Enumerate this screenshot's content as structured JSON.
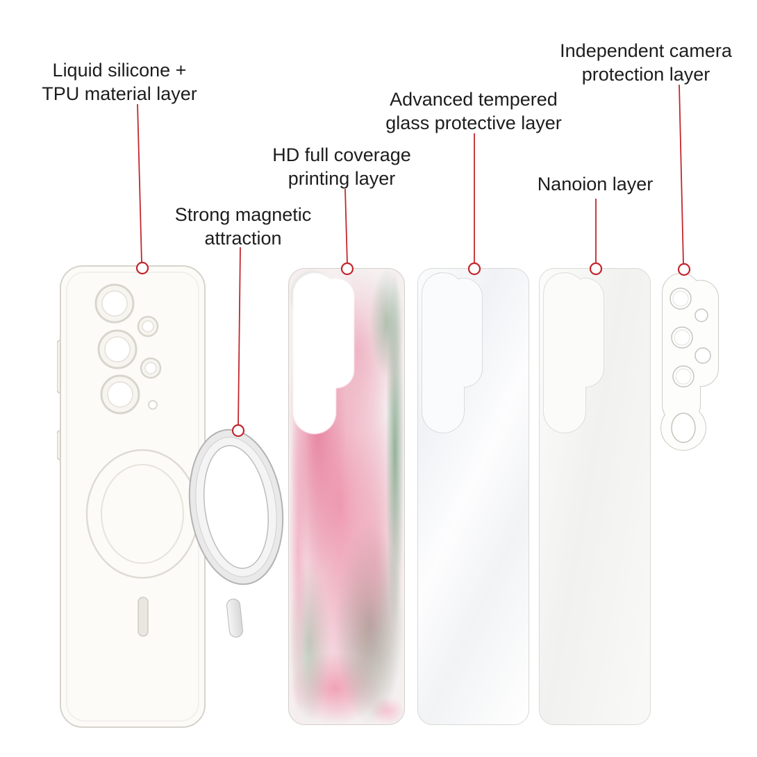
{
  "colors": {
    "accent": "#c1272d",
    "case_white": "#fbfaf7",
    "watercolor_pink": "#e77f9d",
    "watercolor_green": "#84a88c"
  },
  "annotations": {
    "liquid_silicone": {
      "label": "Liquid silicone +\nTPU material layer"
    },
    "strong_magnetic": {
      "label": "Strong magnetic\nattraction"
    },
    "hd_printing": {
      "label": "HD full coverage\nprinting layer"
    },
    "tempered_glass": {
      "label": "Advanced tempered\nglass protective layer"
    },
    "nanoion": {
      "label": "Nanoion layer"
    },
    "camera_protection": {
      "label": "Independent camera\nprotection layer"
    }
  }
}
